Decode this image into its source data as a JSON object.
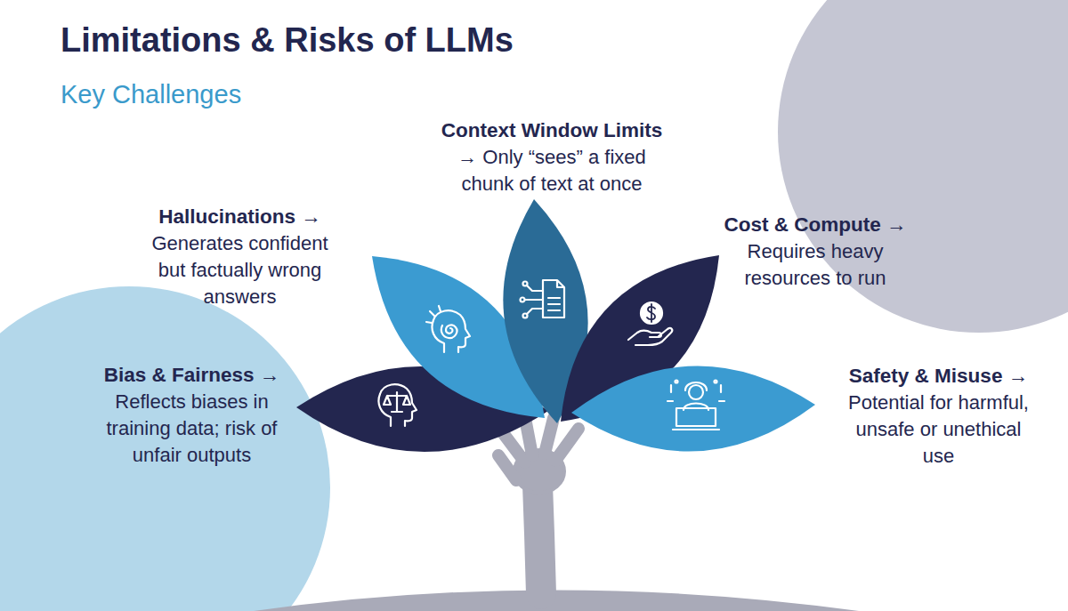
{
  "diagram": {
    "title": "Limitations & Risks of LLMs",
    "nodes": [
      {
        "text": [
          "Bias & Fairness →",
          "Reflects biases in training data; risk of unfair outputs"
        ]
      },
      {
        "text": [
          "Hallucinations →",
          "Generates confident but factually wrong answers"
        ]
      },
      {
        "text": [
          "Context Window Limits",
          "→ Only “sees” a fixed chunk of text at once"
        ]
      },
      {
        "text": [
          "Cost & Compute →",
          "Requires heavy resources to run"
        ]
      },
      {
        "text": [
          "Safety & Misuse →",
          "Potential for harmful, unsafe or unethical use"
        ]
      }
    ],
    "labels": [
      "Key Challenges"
    ]
  }
}
